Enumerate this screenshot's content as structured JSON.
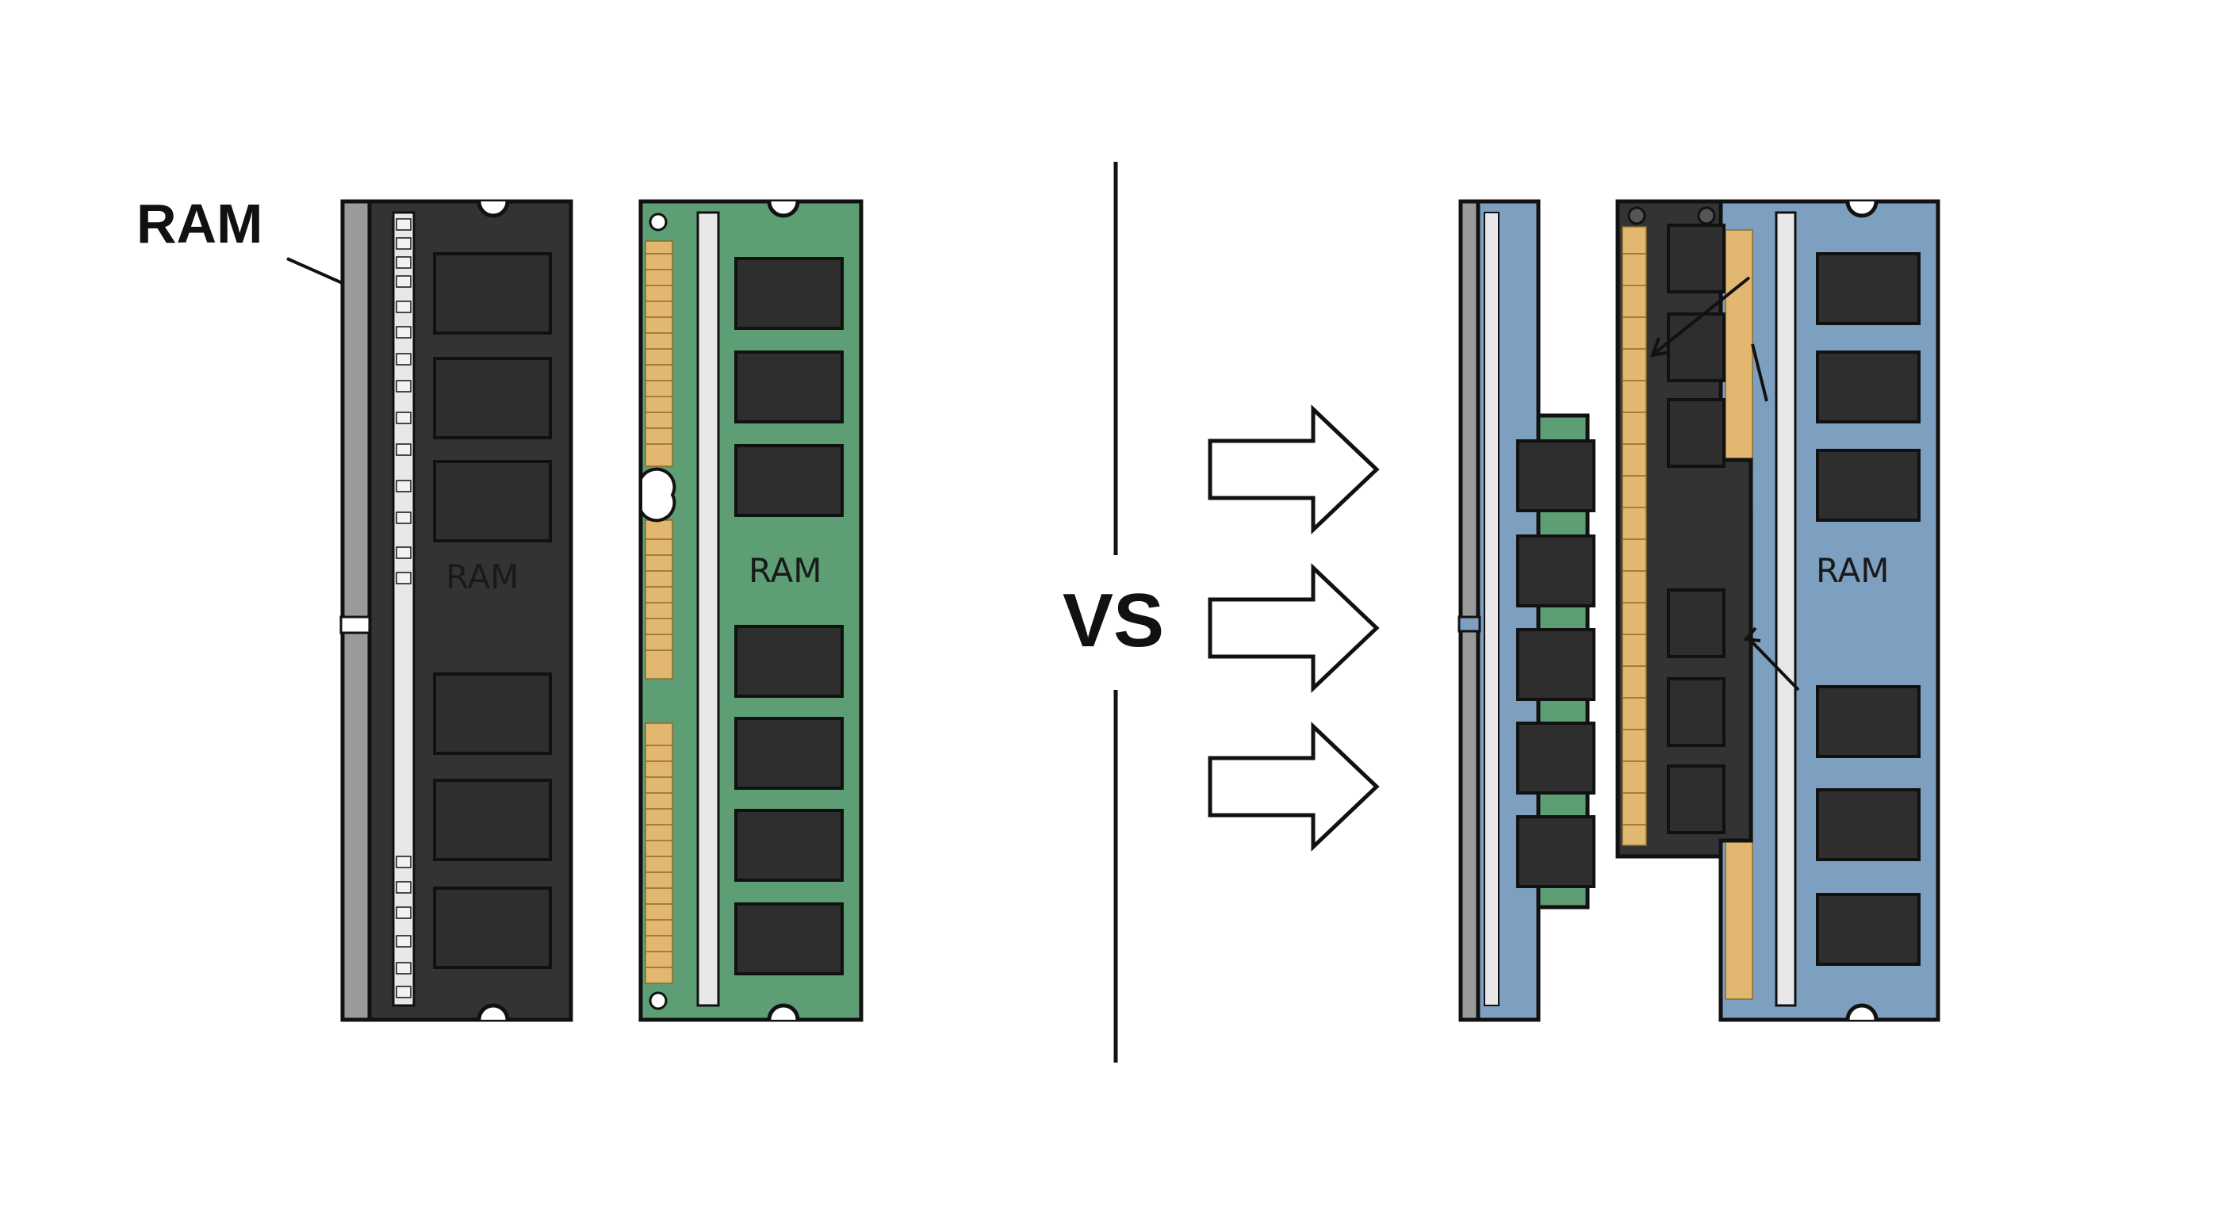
{
  "callout_label": "RAM",
  "comparison_label": "VS",
  "colors": {
    "black_pcb": "#333333",
    "green_pcb": "#5e9e74",
    "blue_pcb": "#7ea0c0",
    "chip": "#2e2e2e",
    "gold_contact": "#e2b870",
    "outline": "#111111",
    "rail_grey": "#9a9a9a"
  },
  "left_modules": [
    {
      "name": "black-ram-stick",
      "color_key": "black_pcb",
      "label": "RAM"
    },
    {
      "name": "green-ram-stick",
      "color_key": "green_pcb",
      "label": "RAM"
    }
  ],
  "right_modules": [
    {
      "name": "blue-ram-stick-rear",
      "color_key": "blue_pcb",
      "label": ""
    },
    {
      "name": "green-ram-stick-overlay",
      "color_key": "green_pcb",
      "label": ""
    },
    {
      "name": "black-ram-stick-overlay",
      "color_key": "black_pcb",
      "label": ""
    },
    {
      "name": "blue-ram-stick-front",
      "color_key": "blue_pcb",
      "label": "RAM"
    }
  ],
  "arrows": [
    {
      "name": "arrow-1",
      "icon": "right-arrow-icon"
    },
    {
      "name": "arrow-2",
      "icon": "right-arrow-icon"
    },
    {
      "name": "arrow-3",
      "icon": "right-arrow-icon"
    }
  ]
}
